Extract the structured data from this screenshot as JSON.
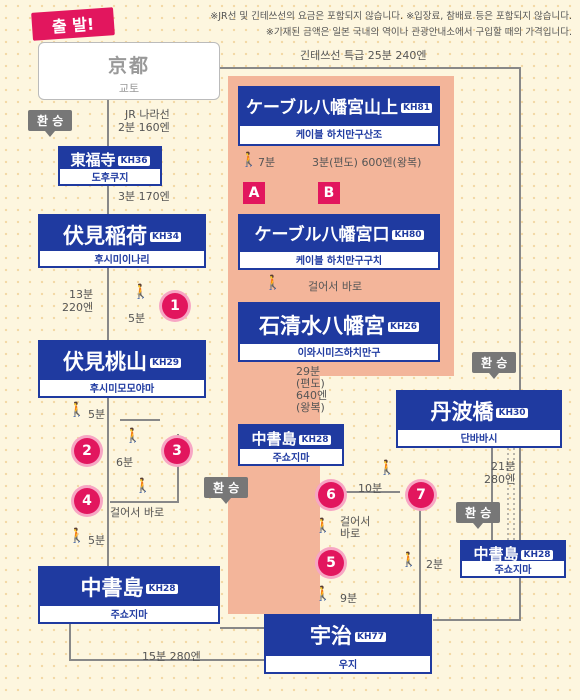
{
  "header": {
    "start_label": "출 발!",
    "notice_line1": "※JR선 및 긴테쓰선의 요금은 포함되지 않습니다. ※입장료, 참배료 등은 포함되지 않습니다.",
    "notice_line2": "※기재된 금액은 일본 국내의 역이나 관광안내소에서 구입할 때의 가격입니다."
  },
  "kyoto": {
    "ja": "京都",
    "ko": "교토",
    "kintetsu_note": "긴테쓰선 특급 25분 240엔"
  },
  "stations": {
    "tofukuji": {
      "ja": "東福寺",
      "code": "KH36",
      "ko": "도후쿠지"
    },
    "fushimi_inari": {
      "ja": "伏見稲荷",
      "code": "KH34",
      "ko": "후시미이나리"
    },
    "fushimi_momoyama": {
      "ja": "伏見桃山",
      "code": "KH29",
      "ko": "후시미모모야마"
    },
    "chushojima_left": {
      "ja": "中書島",
      "code": "KH28",
      "ko": "주쇼지마"
    },
    "cable_sanjo": {
      "ja": "ケーブル八幡宮山上",
      "code": "KH81",
      "ko": "케이블 하치만구산조"
    },
    "cable_guchi": {
      "ja": "ケーブル八幡宮口",
      "code": "KH80",
      "ko": "케이블 하치만구구치"
    },
    "iwashimizu": {
      "ja": "石清水八幡宮",
      "code": "KH26",
      "ko": "이와시미즈하치만구"
    },
    "chushojima_mid": {
      "ja": "中書島",
      "code": "KH28",
      "ko": "주쇼지마"
    },
    "tanbabashi": {
      "ja": "丹波橋",
      "code": "KH30",
      "ko": "단바바시"
    },
    "chushojima_right": {
      "ja": "中書島",
      "code": "KH28",
      "ko": "주쇼지마"
    },
    "uji": {
      "ja": "宇治",
      "code": "KH77",
      "ko": "우지"
    }
  },
  "segments": {
    "jr_nara": "JR 나라선",
    "jr_nara_time": "2분 160엔",
    "tofukuji_to_inari": "3분 170엔",
    "inari_to_momoyama_time": "13분",
    "inari_to_momoyama_fare": "220엔",
    "walk_5min_a": "5분",
    "walk_5min_b": "5분",
    "walk_6min": "6분",
    "walk_around": "걸어서 바로",
    "walk_5min_c": "5분",
    "chushojima_to_uji": "15분 280엔",
    "cable_walk": "7분",
    "cable_ride": "3분(편도) 600엔(왕복)",
    "walk_right_away": "걸어서 바로",
    "iwashimizu_fare_l1": "29분",
    "iwashimizu_fare_l2": "(편도)",
    "iwashimizu_fare_l3": "640엔",
    "iwashimizu_fare_l4": "(왕복)",
    "walk_10min": "10분",
    "walk_around_2_l1": "걸어서",
    "walk_around_2_l2": "바로",
    "walk_2min": "2분",
    "walk_9min": "9분",
    "right_fare_time": "21분",
    "right_fare_price": "280엔"
  },
  "labels": {
    "transfer": "환 승",
    "square_a": "A",
    "square_b": "B",
    "c1": "1",
    "c2": "2",
    "c3": "3",
    "c4": "4",
    "c5": "5",
    "c6": "6",
    "c7": "7"
  }
}
